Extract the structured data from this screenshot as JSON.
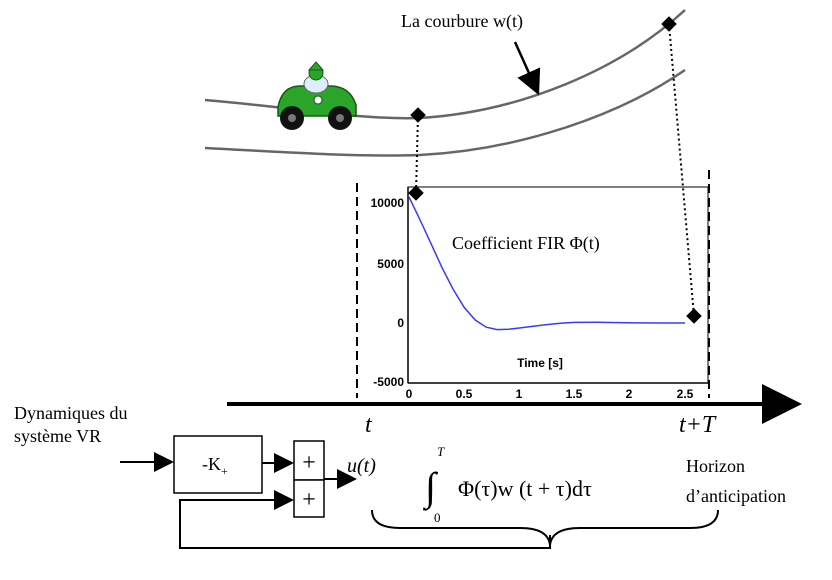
{
  "road": {
    "curvature_label": "La courbure w(t)"
  },
  "chart": {
    "annotation": "Coefficient FIR Φ(t)",
    "xlabel": "Time [s]",
    "ytick_labels": [
      "10000",
      "5000",
      "0",
      "-5000"
    ],
    "xtick_labels": [
      "0",
      "0.5",
      "1",
      "1.5",
      "2",
      "2.5"
    ],
    "line_color": "#3a3aff"
  },
  "chart_data": {
    "type": "line",
    "title": "",
    "xlabel": "Time [s]",
    "ylabel": "",
    "xlim": [
      0,
      2.6
    ],
    "ylim": [
      -5000,
      10500
    ],
    "x": [
      0,
      0.1,
      0.2,
      0.3,
      0.4,
      0.5,
      0.6,
      0.7,
      0.8,
      0.9,
      1.0,
      1.1,
      1.2,
      1.3,
      1.4,
      1.5,
      1.7,
      1.9,
      2.1,
      2.3,
      2.5
    ],
    "series": [
      {
        "values": [
          10500,
          8600,
          6600,
          4600,
          2800,
          1300,
          250,
          -350,
          -550,
          -520,
          -420,
          -300,
          -180,
          -80,
          0,
          50,
          60,
          30,
          10,
          0,
          0
        ]
      }
    ]
  },
  "timeline": {
    "label_t": "t",
    "label_tT": "t+T",
    "horizon_label_1": "Horizon",
    "horizon_label_2": "d’anticipation"
  },
  "block_diagram": {
    "input_label_1": "Dynamiques du",
    "input_label_2": "système VR",
    "gain_label": "-K",
    "gain_subscript": "+",
    "sum_sign_top": "+",
    "sum_sign_bottom": "+",
    "output_label": "u(t)",
    "integral_upper": "T",
    "integral_lower": "0",
    "integrand": "Φ(τ)w (t + τ)dτ"
  }
}
